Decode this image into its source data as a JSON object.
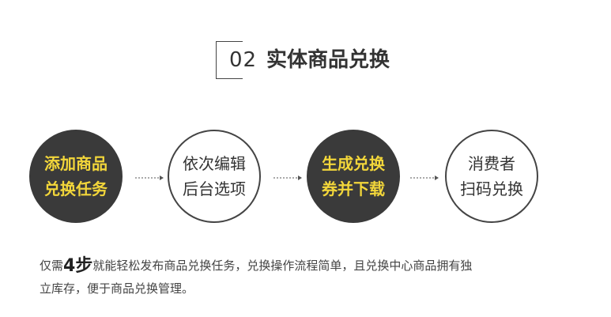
{
  "header": {
    "number": "02",
    "title": "实体商品兑换"
  },
  "steps": [
    {
      "line1": "添加商品",
      "line2": "兑换任务",
      "style": "dark"
    },
    {
      "line1": "依次编辑",
      "line2": "后台选项",
      "style": "light"
    },
    {
      "line1": "生成兑换",
      "line2": "券并下载",
      "style": "dark"
    },
    {
      "line1": "消费者",
      "line2": "扫码兑换",
      "style": "light"
    }
  ],
  "colors": {
    "dark_circle": "#3a3a3a",
    "accent_text": "#f2d63a",
    "outline": "#444444"
  },
  "description": {
    "prefix": "仅需",
    "highlight": "4步",
    "line1_rest": "就能轻松发布商品兑换任务，兑换操作流程简单，且兑换中心商品拥有独",
    "line2": "立库存，便于商品兑换管理。"
  }
}
